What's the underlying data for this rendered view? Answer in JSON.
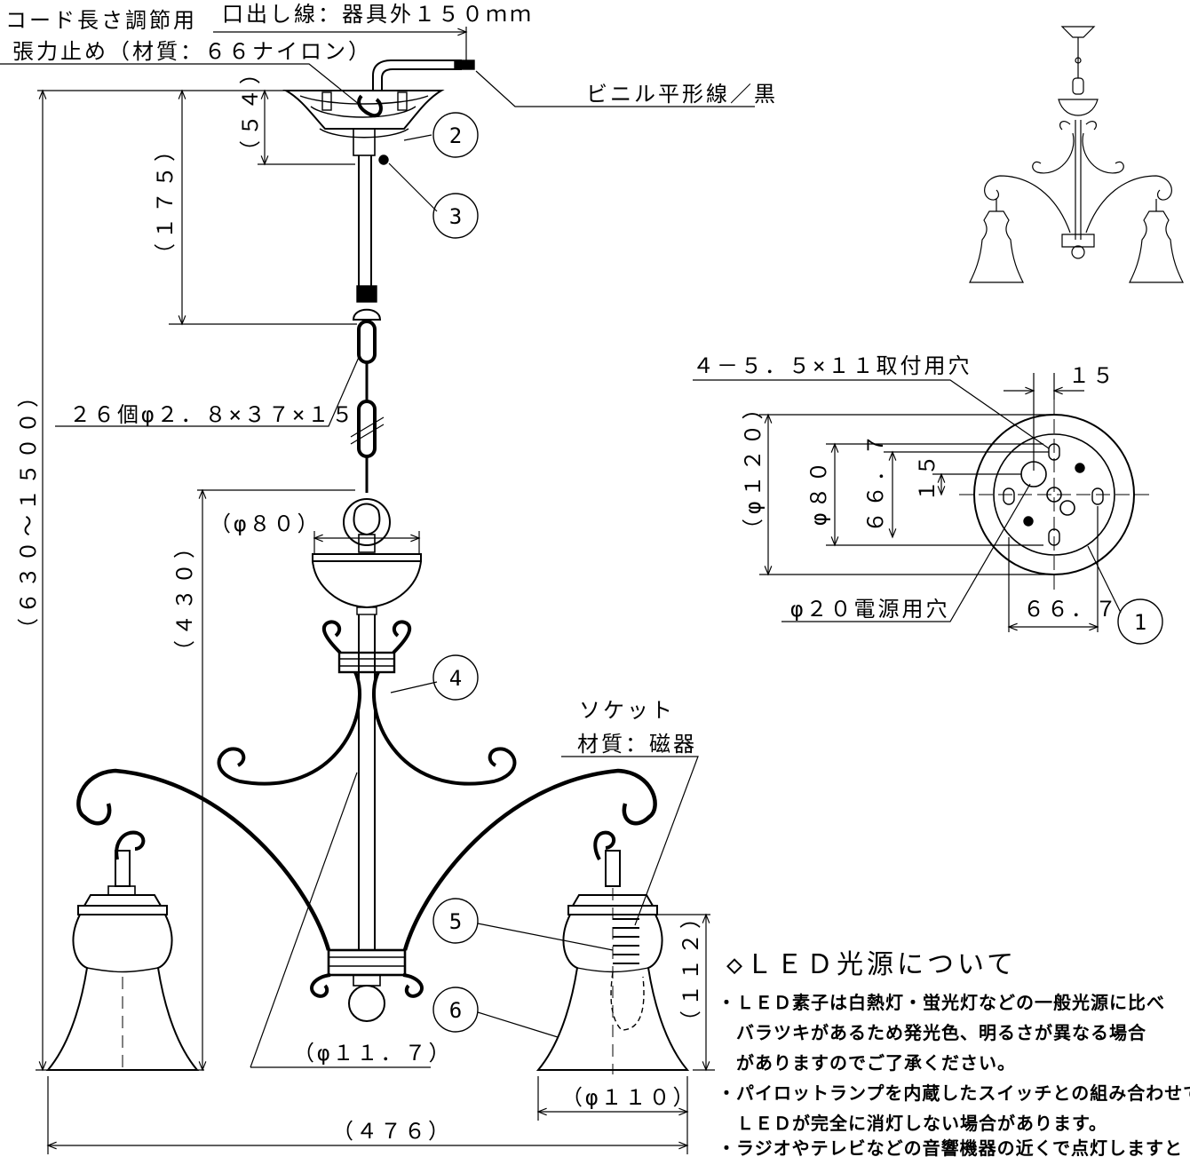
{
  "labels": {
    "cord_stopper_line1": "コード長さ調節用",
    "cord_stopper_line2": "張力止め（材質：６６ナイロン）",
    "lead_out": "口出し線：器具外１５０ｍｍ",
    "vinyl_cord": "ビニル平形線／黒",
    "chain": "２６個φ２．８×３７×１５",
    "socket_line1": "ソケット",
    "socket_line2": "材質：磁器",
    "mount_holes": "４－５．５×１１取付用穴",
    "power_hole": "φ２０電源用穴"
  },
  "dimensions": {
    "d54": "（５４）",
    "d175": "（１７５）",
    "d630_1500": "（６３０～１５００）",
    "d430": "（４３０）",
    "d112": "（１１２）",
    "phi80": "（φ８０）",
    "phi11_7": "（φ１１．７）",
    "phi110": "（φ１１０）",
    "w476": "（４７６）",
    "phi120": "（φ１２０）",
    "phi80_base": "φ８０",
    "d66_7_v": "６６．７",
    "d15_v": "１５",
    "d15_h": "１５",
    "d66_7_h": "６６．７"
  },
  "callouts": [
    "1",
    "2",
    "3",
    "4",
    "5",
    "6"
  ],
  "notes": {
    "title": "◇ＬＥＤ光源について",
    "lines": [
      "・ＬＥＤ素子は白熱灯・蛍光灯などの一般光源に比べ",
      "　バラツキがあるため発光色、明るさが異なる場合",
      "　がありますのでご了承ください。",
      "・パイロットランプを内蔵したスイッチとの組み合わせでは",
      "　ＬＥＤが完全に消灯しない場合があります。",
      "・ラジオやテレビなどの音響機器の近くで点灯しますと"
    ]
  }
}
